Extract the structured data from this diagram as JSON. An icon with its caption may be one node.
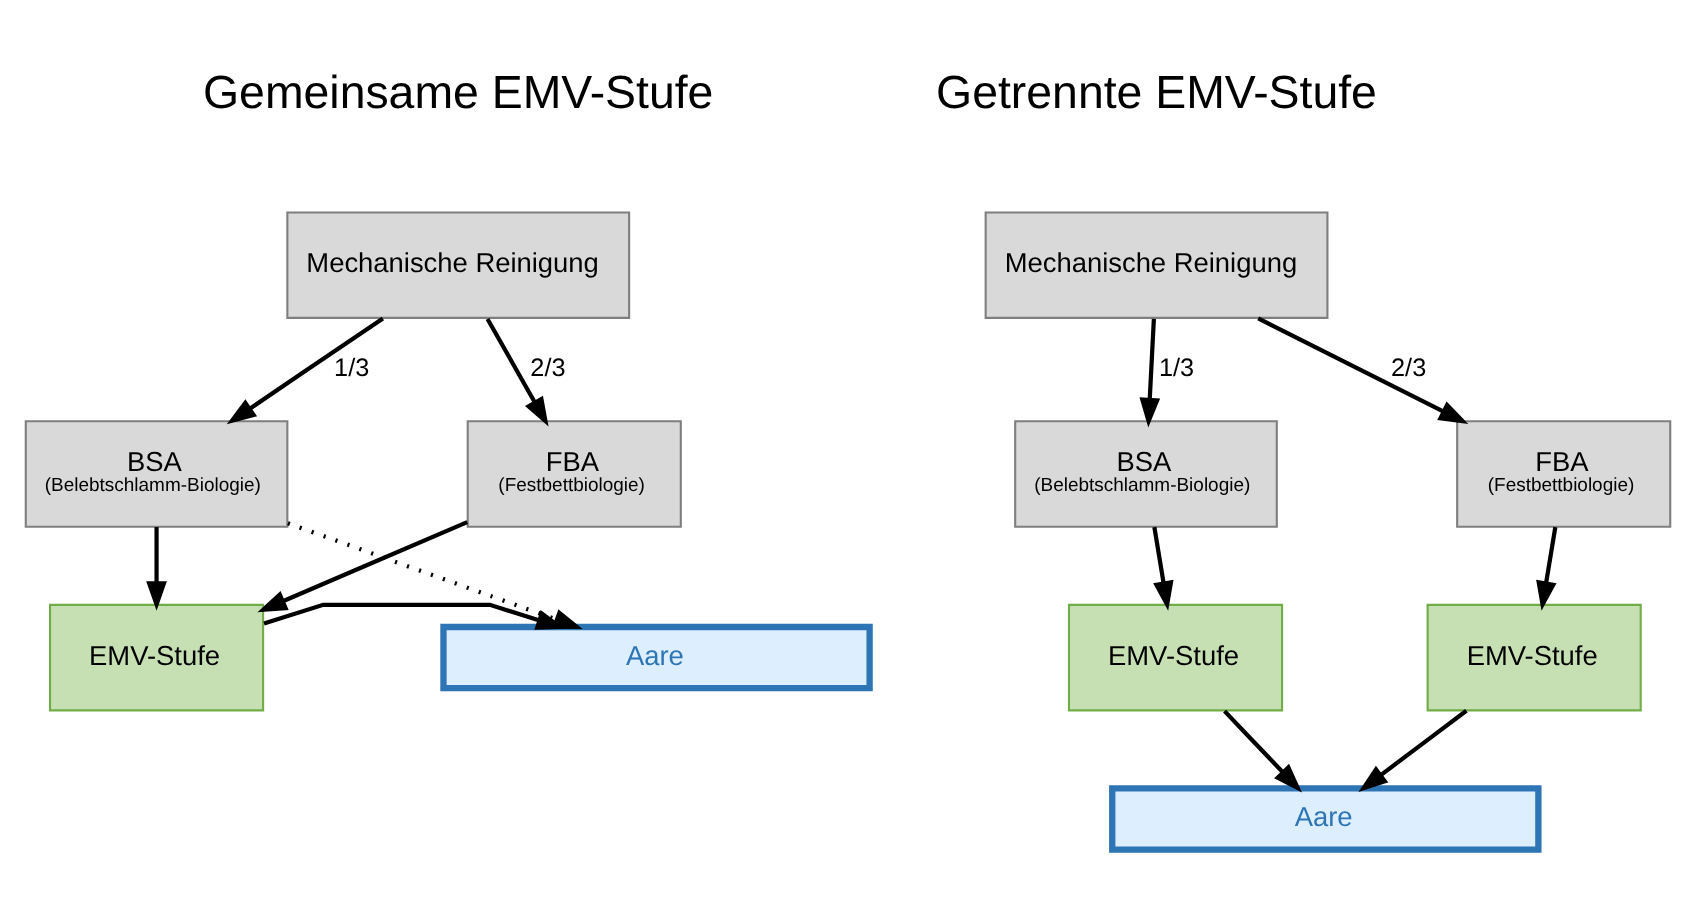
{
  "diagram": {
    "nodes": [
      {
        "text": [
          "Mechanische Reinigung"
        ]
      },
      {
        "text": [
          "BSA",
          "(Belebtschlamm-Biologie)"
        ]
      },
      {
        "text": [
          "FBA",
          "(Festbettbiologie)"
        ]
      },
      {
        "text": [
          "EMV-Stufe"
        ]
      },
      {
        "text": [
          "Aare"
        ]
      },
      {
        "text": [
          "Mechanische Reinigung"
        ]
      },
      {
        "text": [
          "BSA",
          "(Belebtschlamm-Biologie)"
        ]
      },
      {
        "text": [
          "FBA",
          "(Festbettbiologie)"
        ]
      },
      {
        "text": [
          "EMV-Stufe"
        ]
      },
      {
        "text": [
          "EMV-Stufe"
        ]
      },
      {
        "text": [
          "Aare"
        ]
      }
    ],
    "edges": [
      {
        "from": 0,
        "to": 1,
        "arrow": "to",
        "label": "1/3"
      },
      {
        "from": 0,
        "to": 2,
        "arrow": "to",
        "label": "2/3"
      },
      {
        "from": 1,
        "to": 3,
        "arrow": "to"
      },
      {
        "from": 2,
        "to": 3,
        "arrow": "to"
      },
      {
        "from": 1,
        "to": 4,
        "arrow": "to",
        "style": "dashed"
      },
      {
        "from": 3,
        "to": 4,
        "arrow": "to"
      },
      {
        "from": 5,
        "to": 6,
        "arrow": "to",
        "label": "1/3"
      },
      {
        "from": 5,
        "to": 7,
        "arrow": "to",
        "label": "2/3"
      },
      {
        "from": 6,
        "to": 8,
        "arrow": "to"
      },
      {
        "from": 7,
        "to": 9,
        "arrow": "to"
      },
      {
        "from": 8,
        "to": 10,
        "arrow": "to"
      },
      {
        "from": 9,
        "to": 10,
        "arrow": "to"
      }
    ],
    "labels": [
      "Gemeinsame EMV-Stufe",
      "Getrennte EMV-Stufe"
    ]
  }
}
